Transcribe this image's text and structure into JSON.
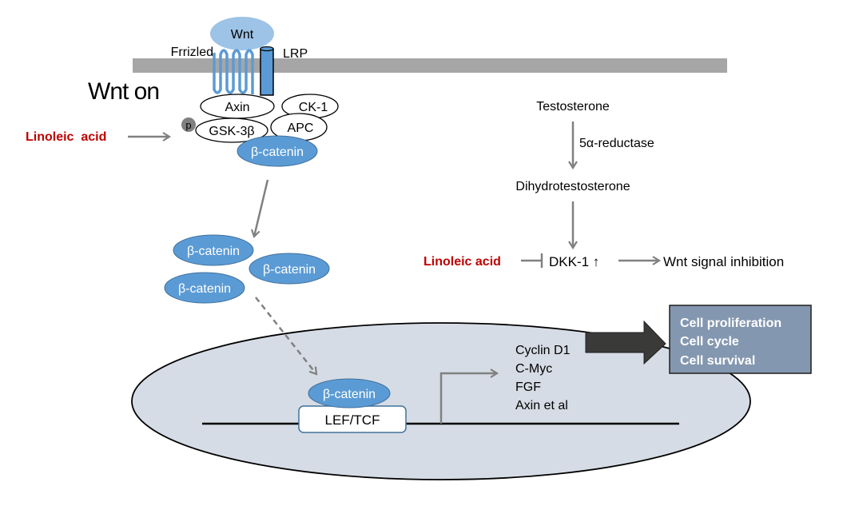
{
  "colors": {
    "membrane": "#a6a6a6",
    "receptor_blue": "#5b9bd5",
    "wnt_light_blue": "#9dc3e6",
    "protein_blue": "#5b9bd5",
    "nucleus_fill": "#d6dce5",
    "outcome_box": "#8497b0",
    "big_arrow": "#3a3a38",
    "linoleic_red": "#c00000",
    "arrow_gray": "#808080"
  },
  "membrane": {
    "wnt_label": "Wnt",
    "frizzled_label": "Frrizled",
    "lrp_label": "LRP"
  },
  "title": "Wnt on",
  "complex": {
    "axin": "Axin",
    "ck1": "CK-1",
    "gsk3b": "GSK-3β",
    "apc": "APC",
    "phospho": "p",
    "beta_catenin": "β-catenin"
  },
  "linoleic_left": "Linoleic  acid",
  "cytoplasm": {
    "beta_catenin_1": "β-catenin",
    "beta_catenin_2": "β-catenin",
    "beta_catenin_3": "β-catenin"
  },
  "nucleus": {
    "beta_catenin": "β-catenin",
    "lef_tcf": "LEF/TCF",
    "target_genes": [
      "Cyclin D1",
      "C-Myc",
      "FGF",
      "Axin et al"
    ]
  },
  "outcomes": [
    "Cell proliferation",
    "Cell cycle",
    "Cell survival"
  ],
  "androgen_pathway": {
    "testosterone": "Testosterone",
    "enzyme": "5α-reductase",
    "dht": "Dihydrotestosterone",
    "linoleic": "Linoleic acid",
    "dkk1": "DKK-1 ↑",
    "result": "Wnt signal inhibition"
  }
}
